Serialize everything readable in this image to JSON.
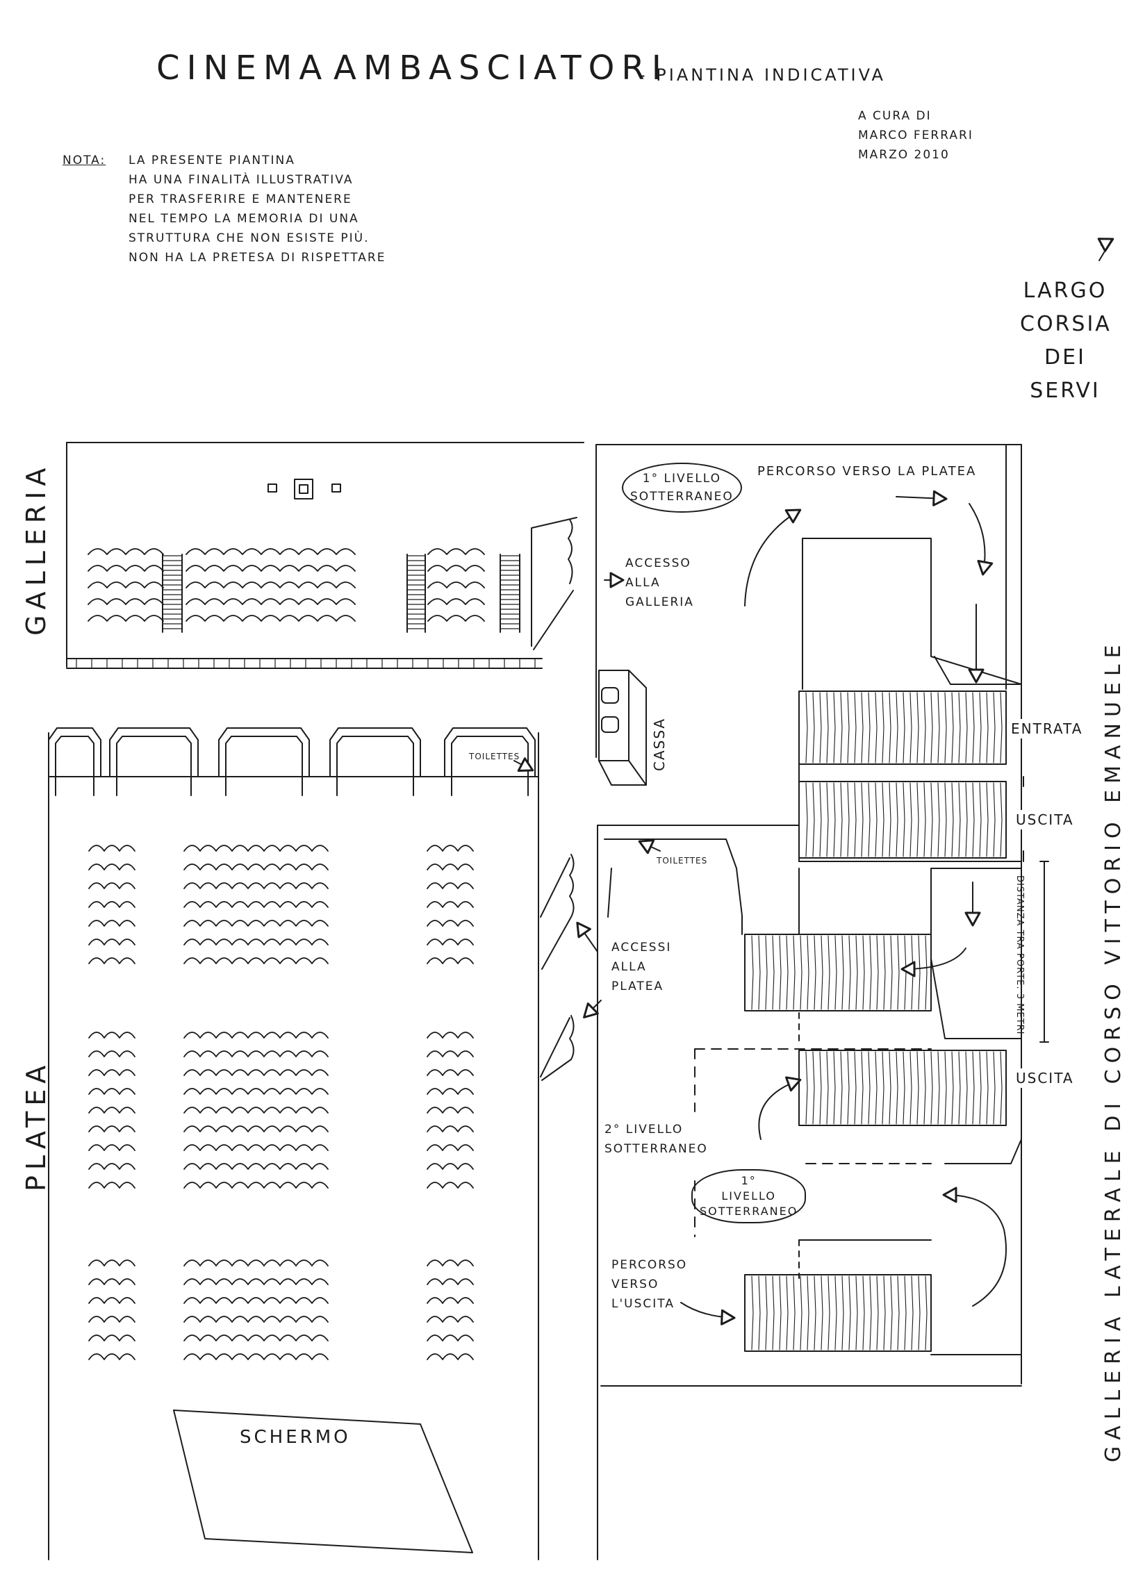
{
  "header": {
    "title_left": "Cinema",
    "title_right": "Ambasciatori",
    "subtitle": "- Piantina indicativa",
    "author_lines": [
      "a cura di",
      "Marco Ferrari",
      "Marzo 2010"
    ]
  },
  "note": {
    "label": "Nota:",
    "lines": [
      "La presente piantina",
      "ha una finalità illustrativa",
      "per trasferire e mantenere",
      "nel tempo la memoria di una",
      "struttura che non esiste più.",
      "Non ha la pretesa di rispettare"
    ]
  },
  "street_north": {
    "lines": [
      "Largo",
      "Corsia",
      "dei",
      "Servi"
    ]
  },
  "street_east": "Galleria laterale di Corso Vittorio Emanuele",
  "sections": {
    "galleria": "Galleria",
    "platea": "Platea",
    "schermo": "Schermo",
    "cassa": "Cassa"
  },
  "labels": {
    "livello1_top": [
      "1° livello",
      "sotterraneo"
    ],
    "percorso_platea": "Percorso verso la platea",
    "accesso_galleria": [
      "Accesso",
      "alla",
      "galleria"
    ],
    "entrata": "Entrata",
    "uscita_1": "Uscita",
    "uscita_2": "Uscita",
    "toilettes_1": "Toilettes",
    "toilettes_2": "Toilettes",
    "accessi_platea": [
      "Accessi",
      "alla",
      "platea"
    ],
    "distanza": "Distanza tra porte: 3 metri",
    "livello2": [
      "2° livello",
      "sotterraneo"
    ],
    "livello1_bottom": [
      "1°",
      "livello",
      "sotterraneo"
    ],
    "percorso_uscita": [
      "Percorso",
      "verso",
      "l'uscita"
    ]
  },
  "colors": {
    "ink": "#1c1c1c",
    "paper": "#ffffff"
  },
  "seating": {
    "galleria_rows": 5,
    "galleria_blocks": [
      4,
      9,
      3
    ],
    "platea_groups": [
      {
        "rows": 7,
        "blocks": [
          3,
          9,
          3
        ]
      },
      {
        "rows": 9,
        "blocks": [
          3,
          9,
          3
        ]
      },
      {
        "rows": 6,
        "blocks": [
          3,
          9,
          3
        ]
      }
    ]
  }
}
